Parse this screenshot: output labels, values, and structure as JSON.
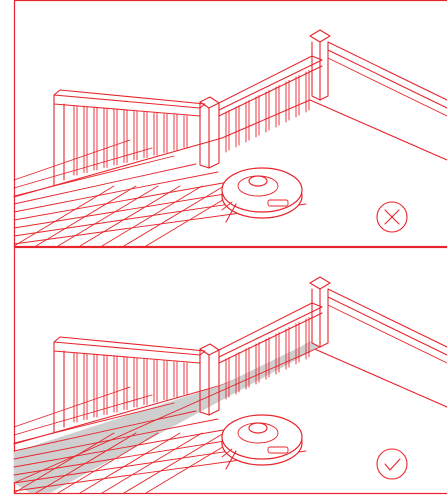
{
  "figure": {
    "panels": [
      {
        "id": "no-barrier",
        "status": "incorrect",
        "status_icon": "cross-circle-icon",
        "edge_strip": false
      },
      {
        "id": "with-barrier",
        "status": "correct",
        "status_icon": "check-circle-icon",
        "edge_strip": true
      }
    ],
    "colors": {
      "line": "#e8252c",
      "edge_strip": "#cfcfcf",
      "background": "#ffffff"
    }
  }
}
